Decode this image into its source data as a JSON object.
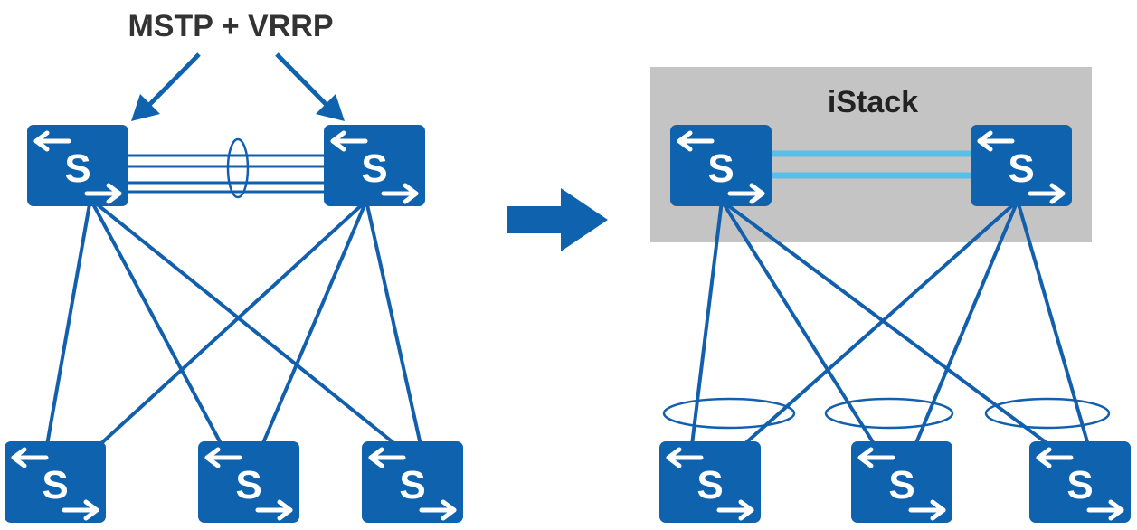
{
  "left": {
    "label": "MSTP + VRRP",
    "switch_letter": "S"
  },
  "right": {
    "stack_label": "iStack",
    "switch_letter": "S"
  },
  "colors": {
    "switch_fill": "#0e62ae",
    "switch_glyph": "#ffffff",
    "link": "#1260ad",
    "stack_box": "#c4c4c4",
    "stack_link": "#58bfe8",
    "arrow": "#0e62ae"
  },
  "icons": {
    "switch": "switch-icon",
    "transition": "right-arrow-icon",
    "pointer": "down-arrow-icon",
    "bundle": "link-aggregation-ellipse"
  }
}
